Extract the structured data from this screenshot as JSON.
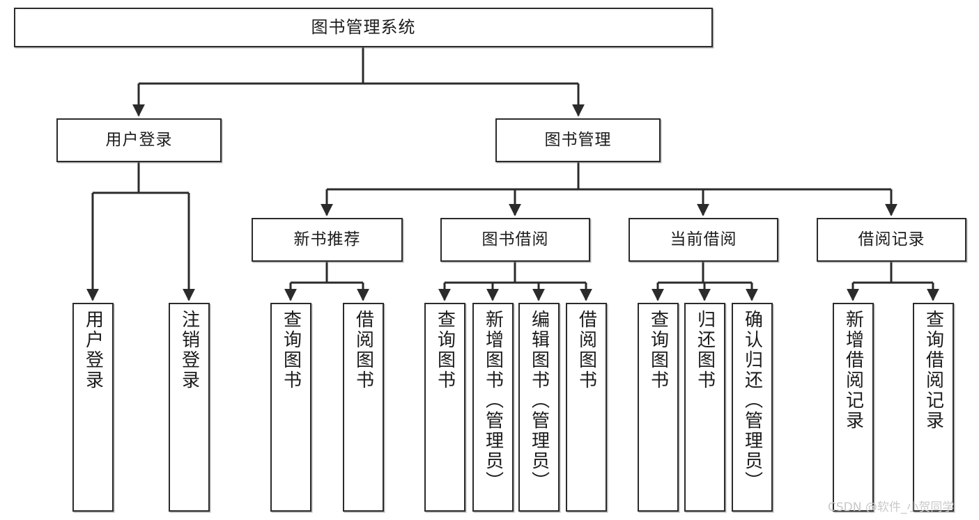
{
  "diagram": {
    "title": "图书管理系统",
    "type": "tree-hierarchy",
    "orientation": "top-down",
    "style": {
      "box_border_color": "#2b2b2b",
      "box_fill_color": "#ffffff",
      "edge_color": "#2b2b2b",
      "background_color": "#ffffff",
      "text_color": "#1b1b1b"
    },
    "root": {
      "id": "root",
      "label": "图书管理系统"
    },
    "level2": [
      {
        "id": "user-login",
        "label": "用户登录"
      },
      {
        "id": "book-manage",
        "label": "图书管理"
      }
    ],
    "level3": [
      {
        "id": "new-book-recommend",
        "label": "新书推荐"
      },
      {
        "id": "book-borrow",
        "label": "图书借阅"
      },
      {
        "id": "current-borrow",
        "label": "当前借阅"
      },
      {
        "id": "borrow-record",
        "label": "借阅记录"
      }
    ],
    "leaves": {
      "user_login": [
        {
          "id": "leaf-user-login",
          "label": "用户登录"
        },
        {
          "id": "leaf-logout-login",
          "label": "注销登录"
        }
      ],
      "new_book_recommend": [
        {
          "id": "leaf-query-book-1",
          "label": "查询图书"
        },
        {
          "id": "leaf-borrow-book-1",
          "label": "借阅图书"
        }
      ],
      "book_borrow": [
        {
          "id": "leaf-query-book-2",
          "label": "查询图书"
        },
        {
          "id": "leaf-add-book",
          "label": "新增图书（管理员）"
        },
        {
          "id": "leaf-edit-book",
          "label": "编辑图书（管理员）"
        },
        {
          "id": "leaf-borrow-book-2",
          "label": "借阅图书"
        }
      ],
      "current_borrow": [
        {
          "id": "leaf-query-book-3",
          "label": "查询图书"
        },
        {
          "id": "leaf-return-book",
          "label": "归还图书"
        },
        {
          "id": "leaf-confirm-return",
          "label": "确认归还（管理员）"
        }
      ],
      "borrow_record": [
        {
          "id": "leaf-add-record",
          "label": "新增借阅记录"
        },
        {
          "id": "leaf-query-record",
          "label": "查询借阅记录"
        }
      ]
    }
  },
  "watermark": {
    "text": "CSDN @软件_小贺同学"
  }
}
